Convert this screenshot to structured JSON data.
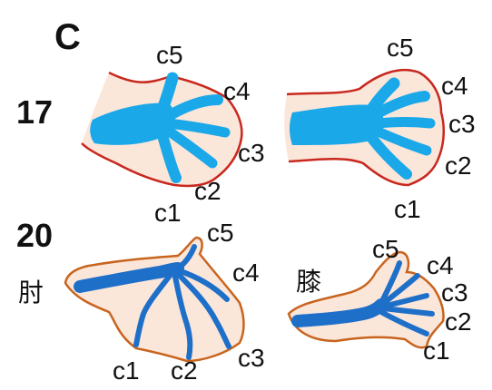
{
  "panel_letter": "C",
  "stages": [
    {
      "number": "17",
      "limbs": [
        {
          "digits": [
            "c5",
            "c4",
            "c3",
            "c2",
            "c1"
          ]
        },
        {
          "digits": [
            "c5",
            "c4",
            "c3",
            "c2",
            "c1"
          ]
        }
      ]
    },
    {
      "number": "20",
      "limbs": [
        {
          "joint": "肘",
          "digits": [
            "c5",
            "c4",
            "c3",
            "c2",
            "c1"
          ]
        },
        {
          "joint": "膝",
          "digits": [
            "c5",
            "c4",
            "c3",
            "c2",
            "c1"
          ]
        }
      ]
    }
  ],
  "colors": {
    "skin": "#fbe6da",
    "stage17_outline": "#c8281e",
    "stage20_outline": "#c8641e",
    "cartilage_early": "#1aa8e8",
    "cartilage_late": "#1e6fc8"
  }
}
